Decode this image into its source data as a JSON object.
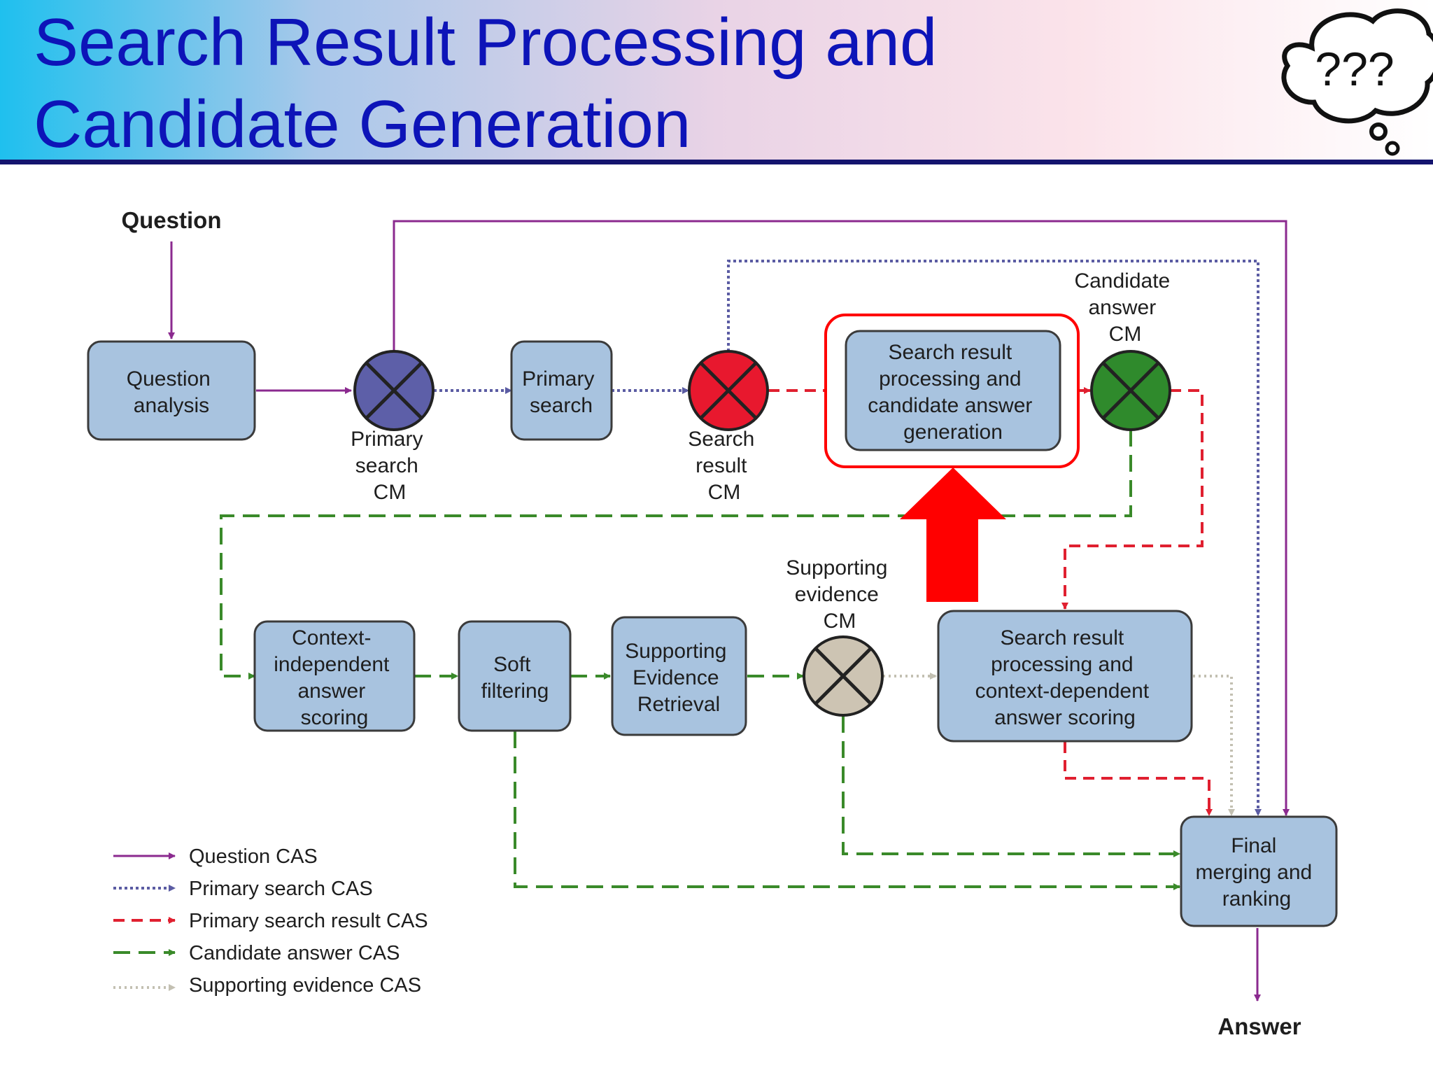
{
  "slide": {
    "title_line1": "Search Result Processing and",
    "title_line2": "Candidate Generation",
    "thought_bubble_text": "???"
  },
  "colors": {
    "title": "#0d14b8",
    "question_cas": "#8b2a8f",
    "primary_search_cas": "#5b5ca3",
    "primary_search_result_cas": "#e02030",
    "candidate_answer_cas": "#3a8a2a",
    "supporting_evidence_cas": "#c3c0b2",
    "box_fill": "#a8c3df",
    "highlight": "#ff0000"
  },
  "diagram": {
    "input_label": "Question",
    "output_label": "Answer",
    "boxes": {
      "question_analysis": [
        "Question",
        "analysis"
      ],
      "primary_search": [
        "Primary",
        "search"
      ],
      "candidate_generation": [
        "Search result",
        "processing and",
        "candidate answer",
        "generation"
      ],
      "context_independent": [
        "Context-",
        "independent",
        "answer",
        "scoring"
      ],
      "soft_filtering": [
        "Soft",
        "filtering"
      ],
      "supporting_evidence_retrieval": [
        "Supporting",
        "Evidence",
        "Retrieval"
      ],
      "context_dependent": [
        "Search result",
        "processing and",
        "context-dependent",
        "answer scoring"
      ],
      "final_merging": [
        "Final",
        "merging and",
        "ranking"
      ]
    },
    "cas_multipliers": {
      "primary_search_cm": [
        "Primary",
        "search",
        "CM"
      ],
      "search_result_cm": [
        "Search",
        "result",
        "CM"
      ],
      "candidate_answer_cm": [
        "Candidate",
        "answer",
        "CM"
      ],
      "supporting_evidence_cm": [
        "Supporting",
        "evidence",
        "CM"
      ]
    }
  },
  "legend": [
    {
      "label": "Question CAS"
    },
    {
      "label": "Primary search CAS"
    },
    {
      "label": "Primary search result CAS"
    },
    {
      "label": "Candidate answer CAS"
    },
    {
      "label": "Supporting evidence CAS"
    }
  ]
}
